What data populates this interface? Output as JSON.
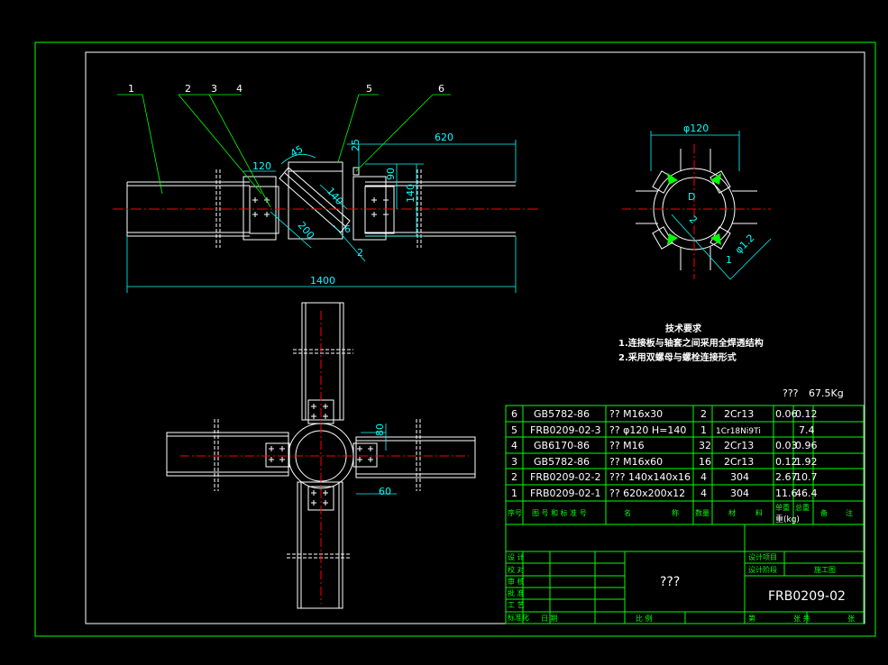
{
  "colors": {
    "background": "#000000",
    "outline": "#ffffff",
    "frame": "#00ff00",
    "dimension": "#00ffff",
    "centerline": "#ff0000",
    "leader": "#00ff00"
  },
  "balloons": [
    "1",
    "2",
    "3",
    "4",
    "5",
    "6"
  ],
  "dimensions": {
    "front": [
      "45",
      "25",
      "620",
      "120",
      "90",
      "140",
      "140",
      "200",
      "6",
      "2",
      "1400"
    ],
    "side": [
      "φ120",
      "D",
      "2",
      "φ1.2",
      "1"
    ],
    "plan": [
      "80",
      "60"
    ]
  },
  "tech_req": {
    "title": "技术要求",
    "lines": [
      "1.连接板与轴套之间采用全焊透结构",
      "2.采用双螺母与螺栓连接形式"
    ]
  },
  "weight_note": {
    "label": "???",
    "value": "67.5Kg"
  },
  "bom": {
    "rows": [
      {
        "no": "6",
        "code": "GB5782-86",
        "name": "?? M16x30",
        "qty": "2",
        "material": "2Cr13",
        "unit": "0.06",
        "total": "0.12"
      },
      {
        "no": "5",
        "code": "FRB0209-02-3",
        "name": "?? φ120 H=140",
        "qty": "1",
        "material": "1Cr18Ni9Ti",
        "unit": "",
        "total": "7.4"
      },
      {
        "no": "4",
        "code": "GB6170-86",
        "name": "?? M16",
        "qty": "32",
        "material": "2Cr13",
        "unit": "0.03",
        "total": "0.96"
      },
      {
        "no": "3",
        "code": "GB5782-86",
        "name": "?? M16x60",
        "qty": "16",
        "material": "2Cr13",
        "unit": "0.12",
        "total": "1.92"
      },
      {
        "no": "2",
        "code": "FRB0209-02-2",
        "name": "??? 140x140x16",
        "qty": "4",
        "material": "304",
        "unit": "2.67",
        "total": "10.7"
      },
      {
        "no": "1",
        "code": "FRB0209-02-1",
        "name": "?? 620x200x12",
        "qty": "4",
        "material": "304",
        "unit": "11.6",
        "total": "46.4"
      }
    ],
    "header": {
      "no": "序号",
      "code": "图 号 和 标 准 号",
      "name_1": "名",
      "name_2": "称",
      "qty": "数量",
      "material_1": "材",
      "material_2": "料",
      "weight_1": "单重",
      "weight_2": "重(kg)",
      "weight_3": "总重",
      "remark_1": "备",
      "remark_2": "注"
    }
  },
  "title_block": {
    "drawing_name": "???",
    "drawing_no": "FRB0209-02",
    "left_labels": [
      "设 计",
      "校 对",
      "审 核",
      "批 准",
      "工 艺",
      "标准化"
    ],
    "right_labels": [
      "设计项目",
      "设计阶段",
      "施工图"
    ],
    "bottom_labels": [
      "日 期",
      "比 例",
      "第",
      "张 共",
      "张"
    ]
  }
}
